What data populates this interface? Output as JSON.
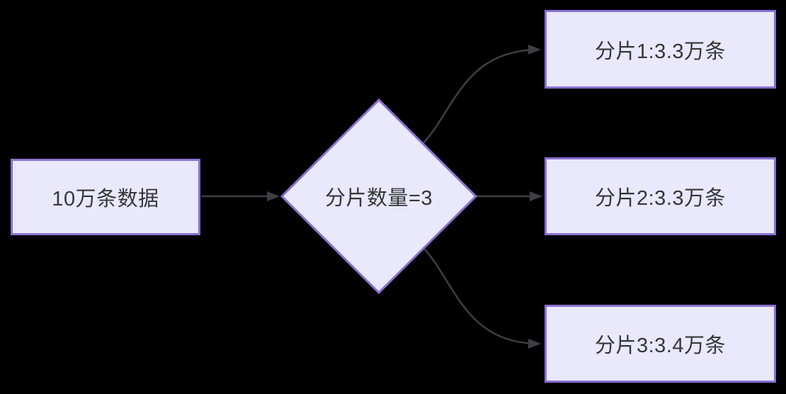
{
  "diagram": {
    "title": "data-sharding-flowchart",
    "colors": {
      "background": "#000000",
      "node_fill": "#e9e8fc",
      "node_border": "#8a70cf",
      "text_color": "#363639",
      "arrow_color": "#3f3f42"
    },
    "nodes": {
      "source": {
        "type": "rectangle",
        "label": "10万条数据"
      },
      "decision": {
        "type": "diamond",
        "label": "分片数量=3"
      },
      "shard1": {
        "type": "rectangle",
        "label": "分片1:3.3万条"
      },
      "shard2": {
        "type": "rectangle",
        "label": "分片2:3.3万条"
      },
      "shard3": {
        "type": "rectangle",
        "label": "分片3:3.4万条"
      }
    },
    "edges": [
      {
        "from": "source",
        "to": "decision",
        "style": "straight-arrow"
      },
      {
        "from": "decision",
        "to": "shard1",
        "style": "curved-arrow"
      },
      {
        "from": "decision",
        "to": "shard2",
        "style": "straight-arrow"
      },
      {
        "from": "decision",
        "to": "shard3",
        "style": "curved-arrow"
      }
    ]
  }
}
